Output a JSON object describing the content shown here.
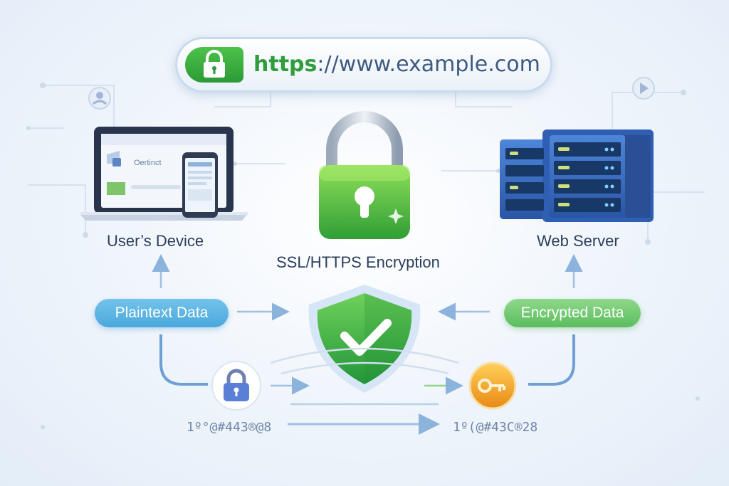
{
  "url_bar": {
    "scheme": "https",
    "rest": "://www.example.com"
  },
  "labels": {
    "device": "User’s Device",
    "server": "Web Server",
    "encryption": "SSL/HTTPS Encryption",
    "plaintext": "Plaintext Data",
    "encrypted": "Encrypted Data",
    "cipher_left": "1º°@#443®@8",
    "cipher_right": "1º(@#43C®28",
    "laptop_screen_text": "Oertinct"
  },
  "icons": [
    "lock-icon",
    "padlock-icon",
    "shield-check-icon",
    "key-coin-icon",
    "user-icon",
    "play-icon",
    "laptop-icon",
    "phone-icon",
    "server-icon"
  ],
  "colors": {
    "green": "#3fae3f",
    "blue": "#4aa8dc",
    "navy": "#2c3e5c",
    "orange": "#f0a22a",
    "server_blue": "#3a6fc4"
  }
}
